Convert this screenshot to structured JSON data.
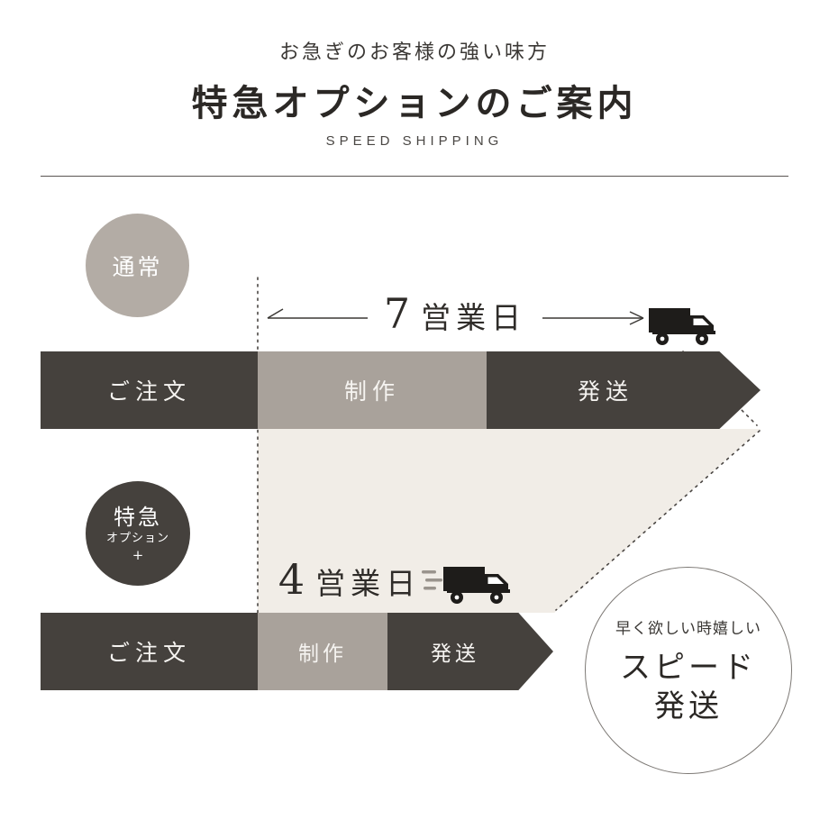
{
  "header": {
    "tagline": "お急ぎのお客様の強い味方",
    "title": "特急オプションのご案内",
    "subtitle": "SPEED SHIPPING"
  },
  "normal": {
    "badge": "通常",
    "duration_number": "7",
    "duration_unit": "営業日",
    "steps": [
      "ご注文",
      "制作",
      "発送"
    ]
  },
  "express": {
    "badge_line1": "特急",
    "badge_line2": "オプション",
    "badge_plus": "+",
    "duration_number": "4",
    "duration_unit": "営業日",
    "steps": [
      "ご注文",
      "制作",
      "発送"
    ]
  },
  "speed_circle": {
    "line1": "早く欲しい時嬉しい",
    "line2": "スピード",
    "line3": "発送"
  },
  "colors": {
    "dark": "#45413d",
    "gray": "#a9a29b",
    "badge_gray": "#b3aca5",
    "cream": "#f1ede7"
  }
}
